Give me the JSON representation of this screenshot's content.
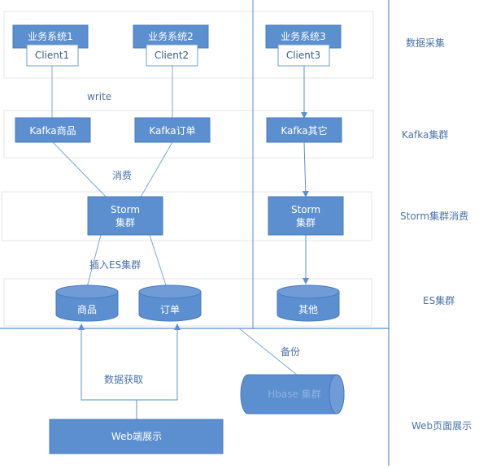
{
  "biz1": "业务系统1",
  "client1": "Client1",
  "biz2": "业务系统2",
  "client2": "Client2",
  "biz3": "业务系统3",
  "client3": "Client3",
  "kafka_goods": "Kafka商品",
  "kafka_order": "Kafka订单",
  "kafka_other": "Kafka其它",
  "storm1_line1": "Storm",
  "storm1_line2": "集群",
  "storm2_line1": "Storm",
  "storm2_line2": "集群",
  "db_goods": "商品",
  "db_order": "订单",
  "db_other": "其他",
  "hbase": "Hbase 集群",
  "web": "Web端展示",
  "edge_write": "write",
  "edge_consume": "消费",
  "edge_insert": "插入ES集群",
  "edge_fetch": "数据获取",
  "edge_backup": "备份",
  "layer_collect": "数据采集",
  "layer_kafka": "Kafka集群",
  "layer_storm": "Storm集群消费",
  "layer_es": "ES集群",
  "layer_web": "Web页面展示",
  "colors": {
    "box": "#5b8fd0",
    "box_border": "#4a7bbd",
    "line": "#7aa7d8",
    "panel": "#e4e4e4"
  }
}
